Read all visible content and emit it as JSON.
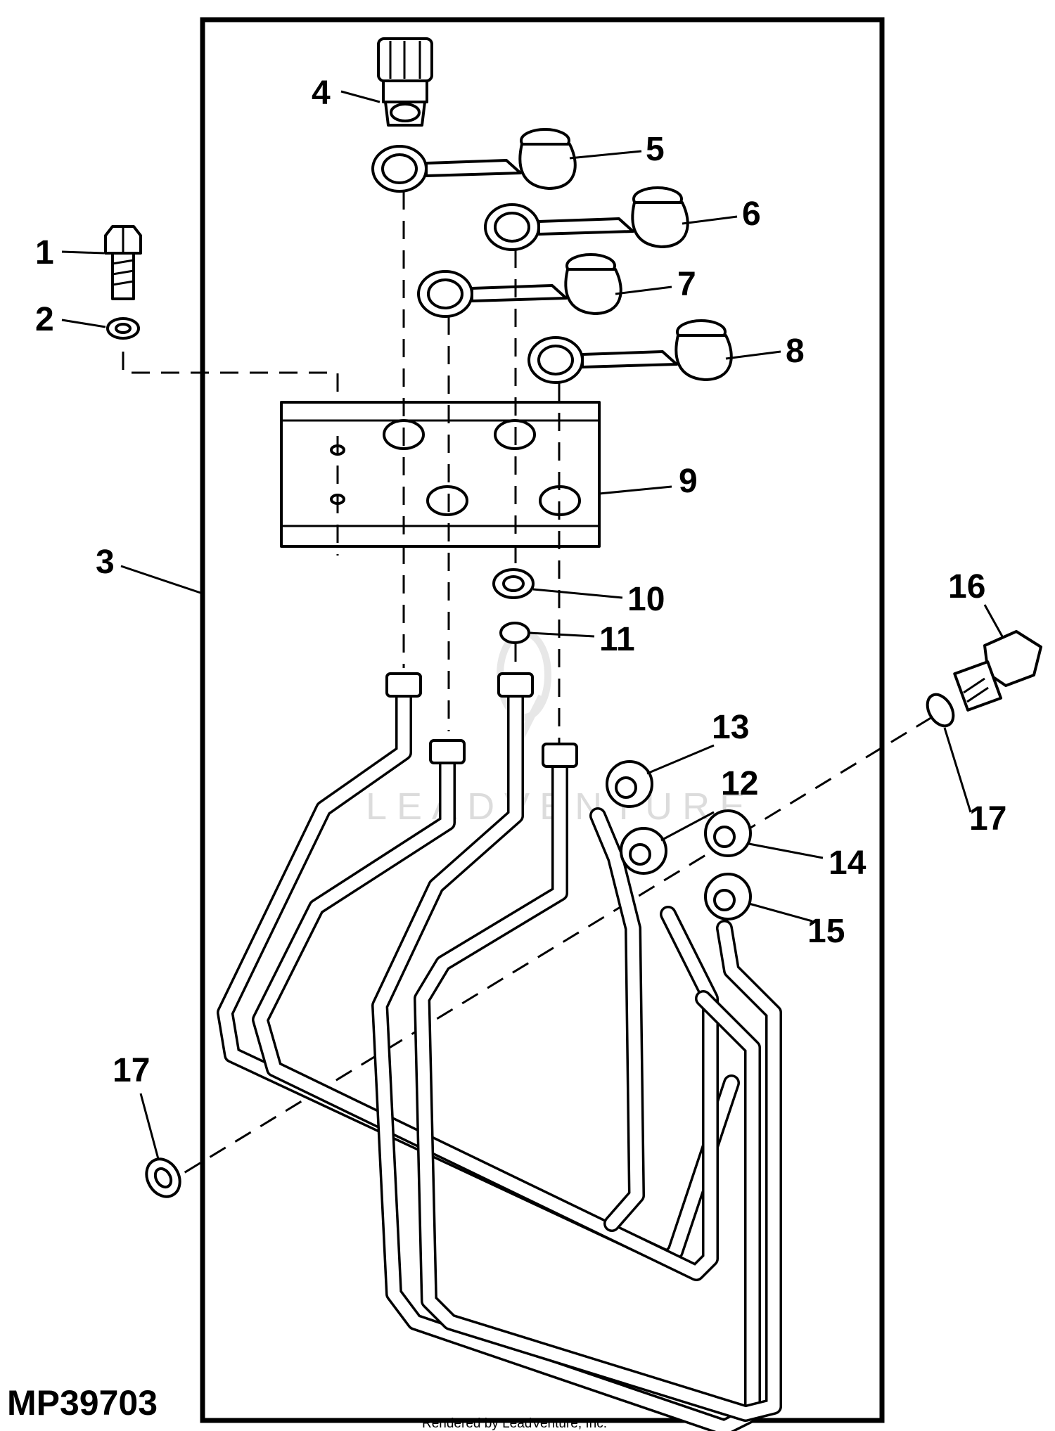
{
  "figure": {
    "id": "MP39703",
    "credit": "Rendered by LeadVenture, Inc.",
    "watermark": "LEADVENTURE"
  },
  "callouts": [
    {
      "key": "c1",
      "text": "1"
    },
    {
      "key": "c2",
      "text": "2"
    },
    {
      "key": "c3",
      "text": "3"
    },
    {
      "key": "c4",
      "text": "4"
    },
    {
      "key": "c5",
      "text": "5"
    },
    {
      "key": "c6",
      "text": "6"
    },
    {
      "key": "c7",
      "text": "7"
    },
    {
      "key": "c8",
      "text": "8"
    },
    {
      "key": "c9",
      "text": "9"
    },
    {
      "key": "c10",
      "text": "10"
    },
    {
      "key": "c11",
      "text": "11"
    },
    {
      "key": "c12",
      "text": "12"
    },
    {
      "key": "c13",
      "text": "13"
    },
    {
      "key": "c14",
      "text": "14"
    },
    {
      "key": "c15",
      "text": "15"
    },
    {
      "key": "c16",
      "text": "16"
    },
    {
      "key": "c17a",
      "text": "17"
    },
    {
      "key": "c17b",
      "text": "17"
    }
  ]
}
